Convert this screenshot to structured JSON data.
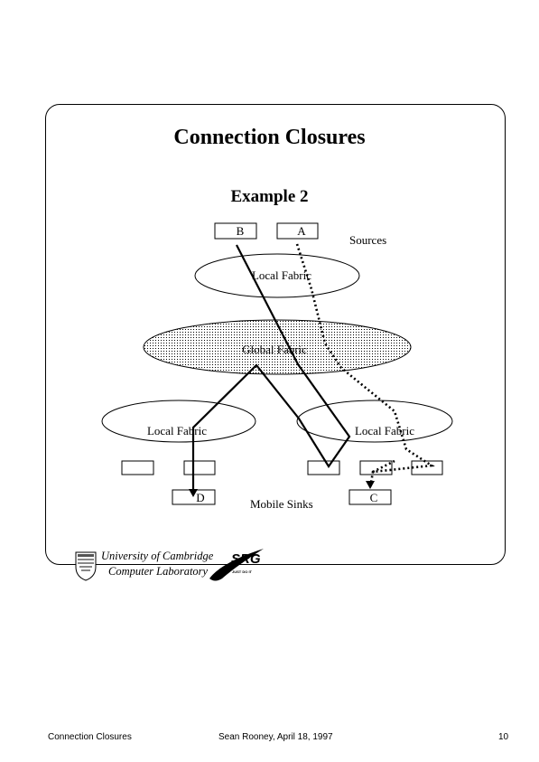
{
  "slide": {
    "title": "Connection Closures",
    "subtitle": "Example 2"
  },
  "diagram": {
    "sources_label": "Sources",
    "sinks_label": "Mobile Sinks",
    "source_boxes": [
      "B",
      "A"
    ],
    "sink_boxes": [
      "D",
      "C"
    ],
    "top_fabric": "Local Fabric",
    "global_fabric": "Global Fabric",
    "left_fabric": "Local Fabric",
    "right_fabric": "Local Fabric"
  },
  "logos": {
    "university_line1": "University of Cambridge",
    "university_line2": "Computer Laboratory",
    "sri_text": "SRG",
    "sri_tagline": "JUST DO IT"
  },
  "footer": {
    "left": "Connection Closures",
    "center": "Sean Rooney, April 18, 1997",
    "right": "10"
  }
}
